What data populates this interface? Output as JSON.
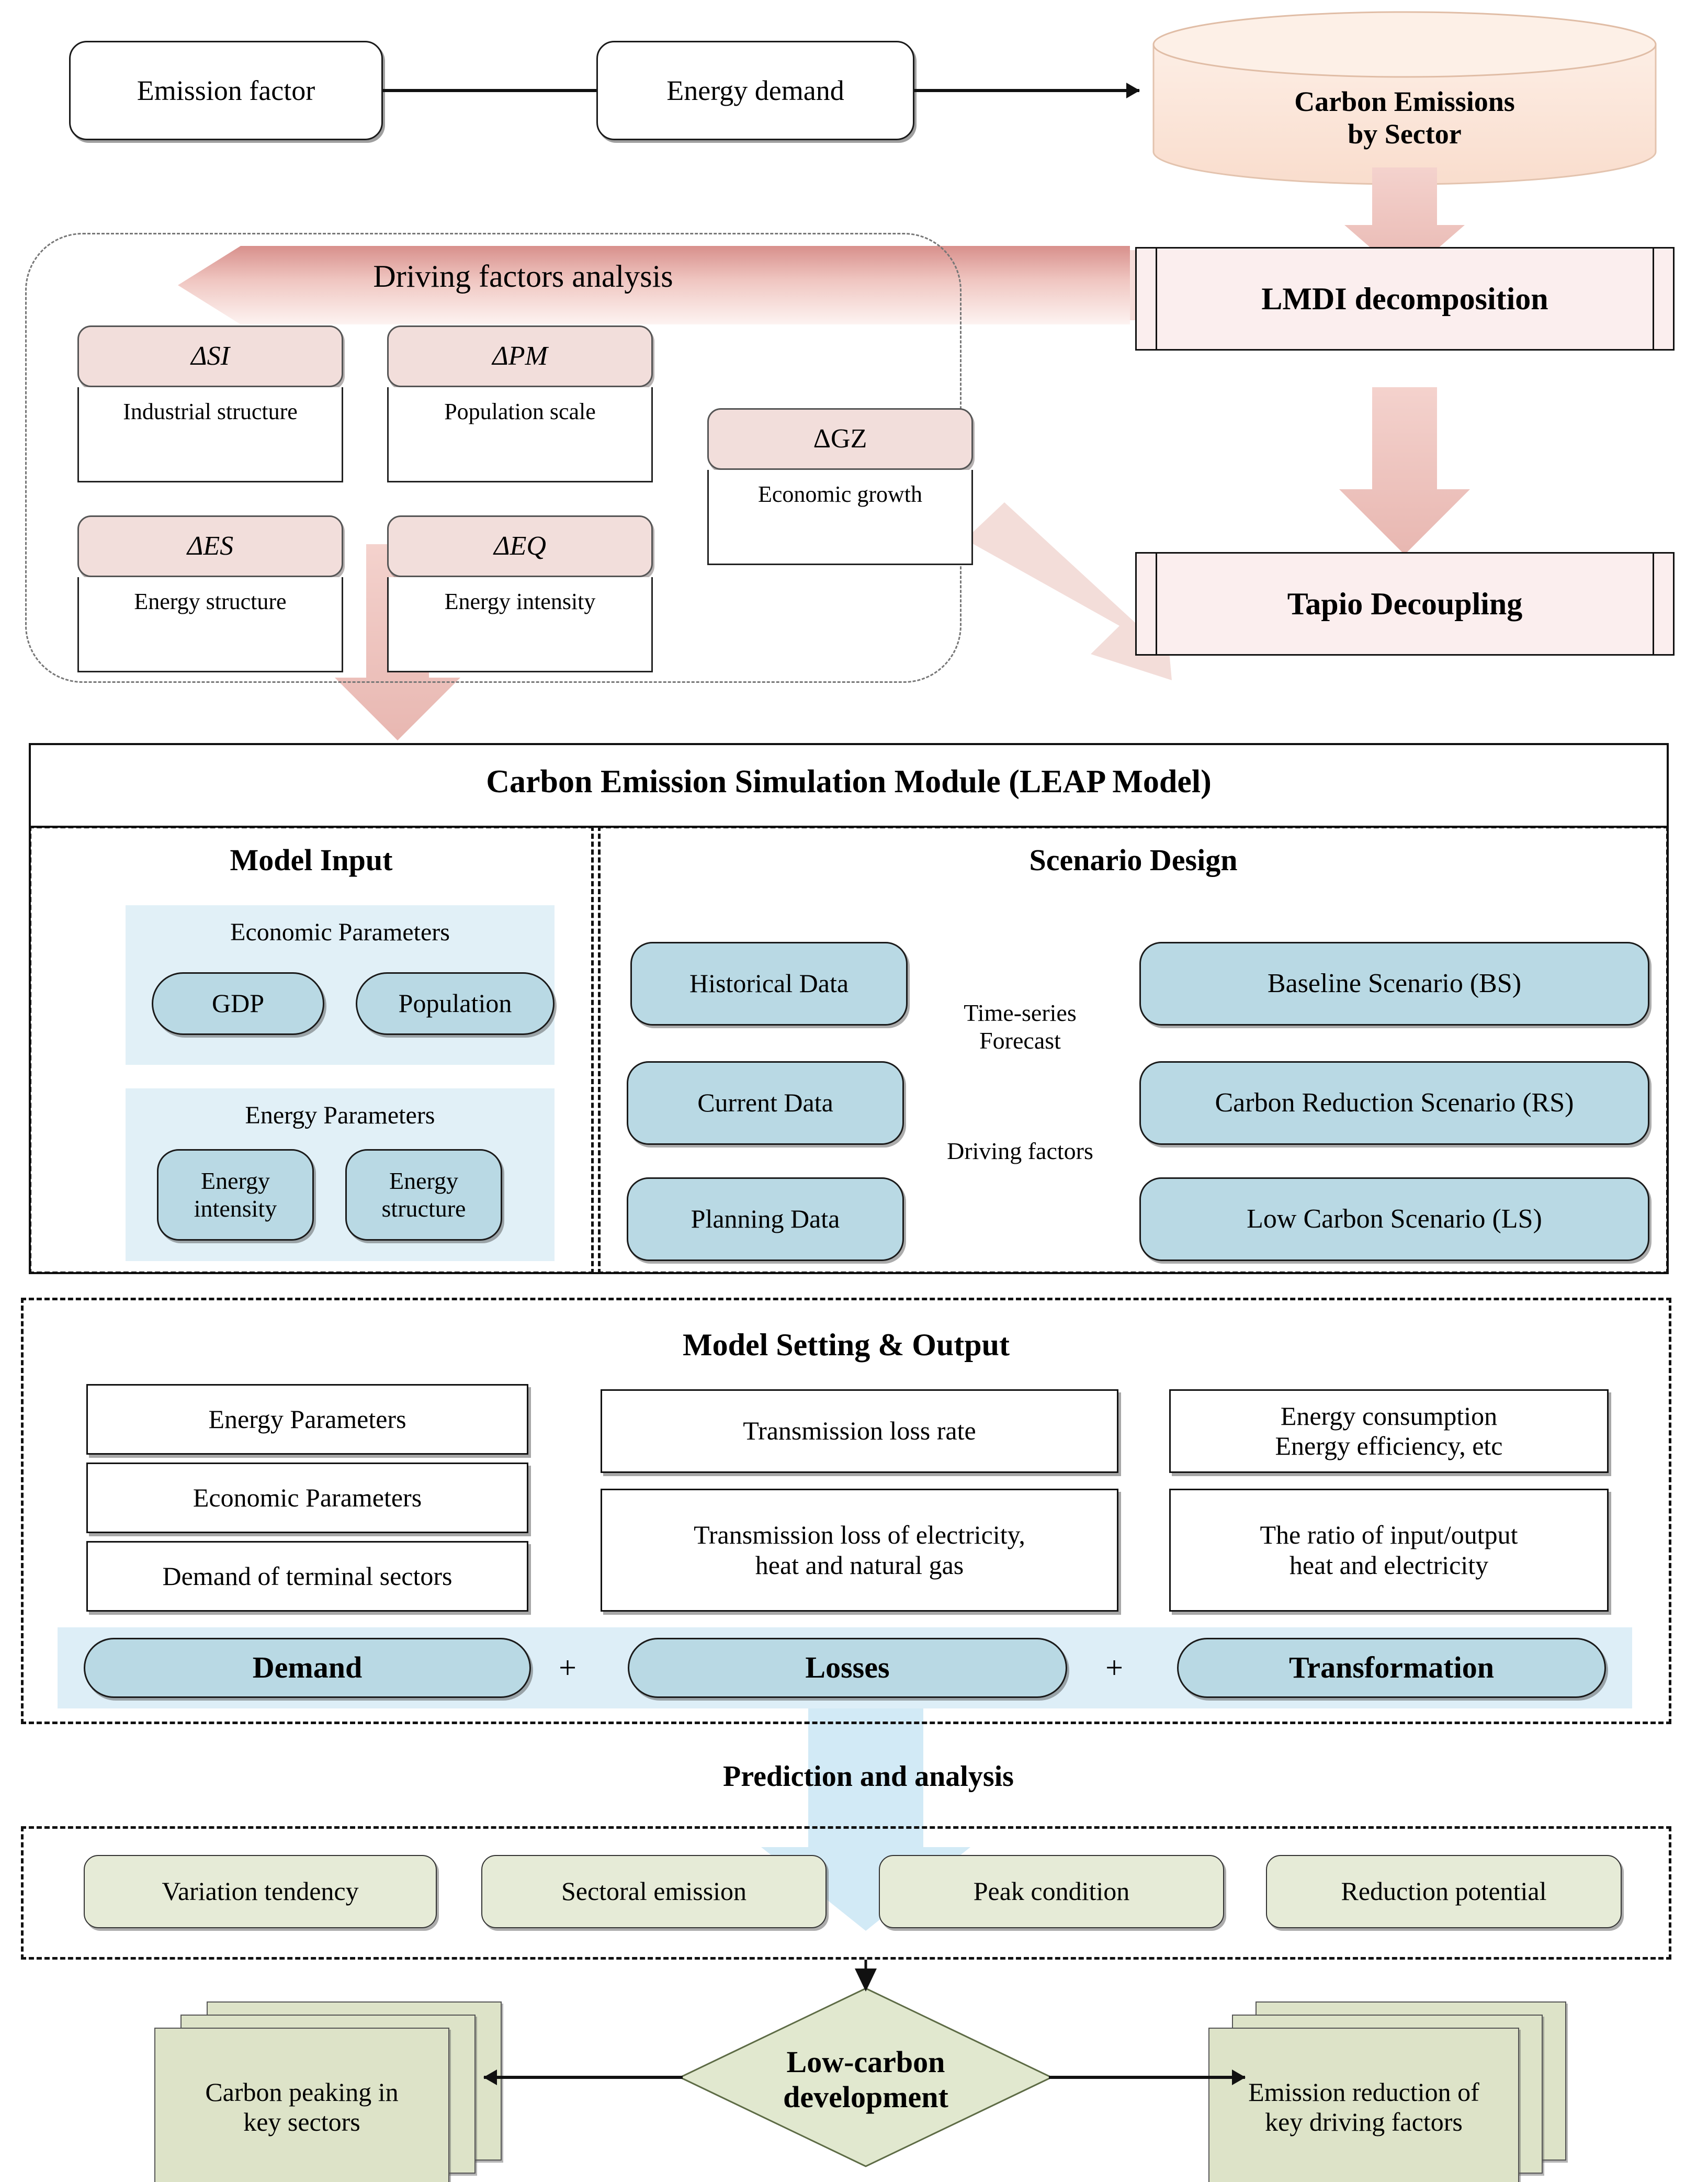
{
  "flow_top": {
    "emission_factor": "Emission factor",
    "energy_demand": "Energy demand",
    "carbon_emissions_line1": "Carbon Emissions",
    "carbon_emissions_line2": "by Sector"
  },
  "decomposition": {
    "lmdi": "LMDI decomposition",
    "tapio": "Tapio Decoupling"
  },
  "driving_factors": {
    "banner": "Driving factors analysis",
    "factors": [
      {
        "symbol": "ΔSI",
        "label": "Industrial structure"
      },
      {
        "symbol": "ΔPM",
        "label": "Population scale"
      },
      {
        "symbol": "ΔES",
        "label": "Energy structure"
      },
      {
        "symbol": "ΔEQ",
        "label": "Energy  intensity"
      },
      {
        "symbol": "ΔGZ",
        "label": "Economic growth"
      }
    ]
  },
  "leap": {
    "title": "Carbon Emission Simulation Module (LEAP Model)",
    "model_input": {
      "title": "Model Input",
      "economic": {
        "group": "Economic Parameters",
        "items": [
          "GDP",
          "Population"
        ]
      },
      "energy": {
        "group": "Energy Parameters",
        "items": [
          "Energy\nintensity",
          "Energy\nstructure"
        ],
        "item1_line1": "Energy",
        "item1_line2": "intensity",
        "item2_line1": "Energy",
        "item2_line2": "structure"
      }
    },
    "scenario": {
      "title": "Scenario Design",
      "inputs": [
        "Historical Data",
        "Current Data",
        "Planning Data"
      ],
      "arrow_top_line1": "Time-series",
      "arrow_top_line2": "Forecast",
      "arrow_bottom": "Driving factors",
      "outputs": [
        "Baseline Scenario (BS)",
        "Carbon Reduction Scenario (RS)",
        "Low Carbon Scenario (LS)"
      ]
    }
  },
  "model_setting": {
    "title": "Model Setting & Output",
    "col1": [
      "Energy Parameters",
      "Economic Parameters",
      "Demand of terminal sectors"
    ],
    "col2": [
      {
        "l1": "Transmission loss rate",
        "l2": ""
      },
      {
        "l1": "Transmission loss of electricity,",
        "l2": "heat and natural gas"
      }
    ],
    "col3": [
      {
        "l1": "Energy consumption",
        "l2": "Energy efficiency, etc"
      },
      {
        "l1": "The ratio of input/output",
        "l2": "heat and electricity"
      }
    ],
    "equation": {
      "terms": [
        "Demand",
        "Losses",
        "Transformation"
      ],
      "plus": "+"
    }
  },
  "prediction": {
    "label": "Prediction and analysis",
    "items": [
      "Variation tendency",
      "Sectoral emission",
      "Peak condition",
      "Reduction potential"
    ]
  },
  "outcome": {
    "center_line1": "Low-carbon",
    "center_line2": "development",
    "left_line1": "Carbon peaking in",
    "left_line2": "key sectors",
    "right_line1": "Emission reduction of",
    "right_line2": "key driving factors"
  },
  "colors": {
    "pink_fill": "#f2dedb",
    "pink_pale": "#fbeeee",
    "cylinder": "#fbe5d8",
    "blue_fill": "#b9d9e4",
    "blue_band": "#ddeef7",
    "green_fill": "#e6ebd7",
    "green_paper": "#dde3c8",
    "arrow_pink": "#efc9c4",
    "arrow_blue": "#d2eaf6"
  }
}
